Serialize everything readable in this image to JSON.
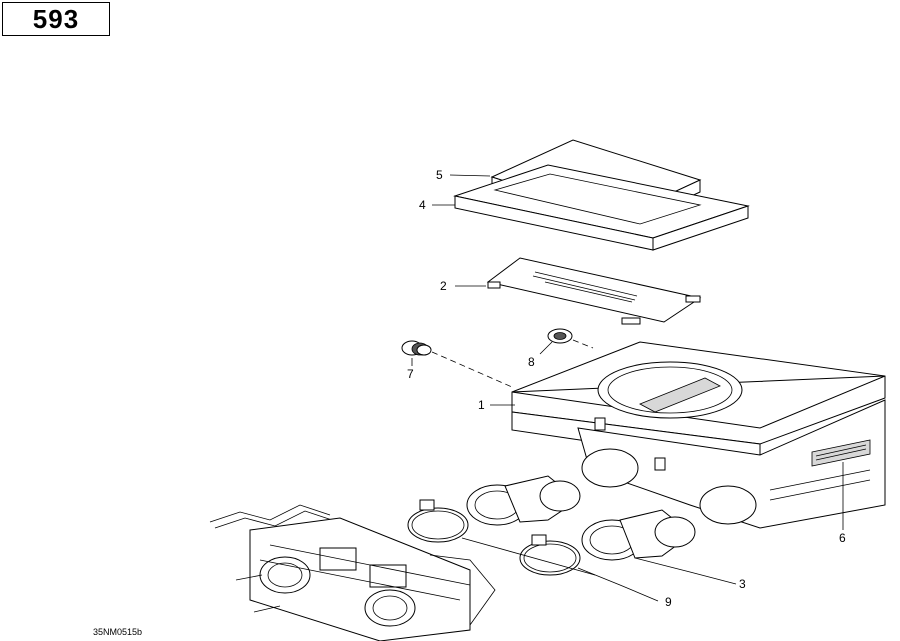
{
  "page_number": "593",
  "drawing_code": "35NM0515b",
  "callouts": {
    "c1": "1",
    "c2": "2",
    "c3": "3",
    "c4": "4",
    "c5": "5",
    "c6": "6",
    "c7": "7",
    "c8": "8",
    "c9": "9"
  }
}
